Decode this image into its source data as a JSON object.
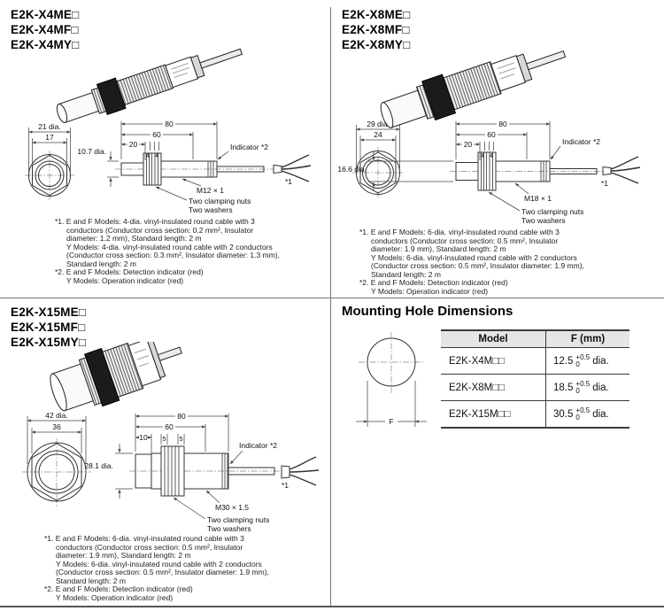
{
  "page": {
    "background": "#ffffff",
    "divider_color": "#777777"
  },
  "quadrants": {
    "x4": {
      "models": [
        "E2K-X4ME□",
        "E2K-X4MF□",
        "E2K-X4MY□"
      ],
      "front": {
        "outer_dia": "21 dia.",
        "flats": "17"
      },
      "side": {
        "len_total": "80",
        "len_thread": "60",
        "len_head": "20",
        "seg_a": "4",
        "seg_b": "4",
        "body_dia": "10.7 dia.",
        "indicator_label": "Indicator *2",
        "thread_label": "M12 × 1",
        "clamp_label_1": "Two clamping nuts",
        "clamp_label_2": "Two washers",
        "cable_ref": "*1"
      },
      "notes": [
        "*1. E and F Models: 4-dia. vinyl-insulated round cable with 3",
        "conductors (Conductor cross section: 0.2 mm², Insulator",
        "diameter: 1.2 mm), Standard length: 2 m",
        "Y Models: 4-dia. vinyl-insulated round cable with 2 conductors",
        "(Conductor cross section: 0.3 mm², Insulator diameter: 1.3 mm),",
        "Standard length: 2 m",
        "*2. E and F Models: Detection indicator (red)",
        "Y Models: Operation indicator (red)"
      ]
    },
    "x8": {
      "models": [
        "E2K-X8ME□",
        "E2K-X8MF□",
        "E2K-X8MY□"
      ],
      "front": {
        "outer_dia": "29 dia.",
        "flats": "24"
      },
      "side": {
        "len_total": "80",
        "len_thread": "60",
        "len_head": "20",
        "seg_a": "4",
        "seg_b": "4",
        "body_dia": "16.6 dia.",
        "indicator_label": "Indicator *2",
        "thread_label": "M18 × 1",
        "clamp_label_1": "Two clamping nuts",
        "clamp_label_2": "Two washers",
        "cable_ref": "*1"
      },
      "notes": [
        "*1. E and F Models: 6-dia. vinyl-insulated round cable with 3",
        "conductors (Conductor cross section: 0.5 mm², Insulator",
        "diameter: 1.9 mm), Standard length: 2 m",
        "Y Models: 6-dia. vinyl-insulated round cable with 2 conductors",
        "(Conductor cross section: 0.5 mm², Insulator diameter: 1.9 mm),",
        "Standard length: 2 m",
        "*2. E and F Models: Detection indicator (red)",
        "Y Models: Operation indicator (red)"
      ]
    },
    "x15": {
      "models": [
        "E2K-X15ME□",
        "E2K-X15MF□",
        "E2K-X15MY□"
      ],
      "front": {
        "outer_dia": "42 dia.",
        "flats": "36"
      },
      "side": {
        "len_total": "80",
        "len_thread": "60",
        "len_head": "10",
        "seg_a": "5",
        "seg_b": "5",
        "body_dia": "28.1 dia.",
        "indicator_label": "Indicator *2",
        "thread_label": "M30 × 1.5",
        "clamp_label_1": "Two clamping nuts",
        "clamp_label_2": "Two washers",
        "cable_ref": "*1"
      },
      "notes": [
        "*1. E and F Models: 6-dia. vinyl-insulated round cable with 3",
        "conductors (Conductor cross section: 0.5 mm², Insulator",
        "diameter: 1.9 mm), Standard length: 2 m",
        "Y Models: 6-dia. vinyl-insulated round cable with 2 conductors",
        "(Conductor cross section: 0.5 mm², Insulator diameter: 1.9 mm),",
        "Standard length: 2 m",
        "*2. E and F Models: Detection indicator (red)",
        "Y Models: Operation indicator (red)"
      ]
    }
  },
  "mounting": {
    "title": "Mounting Hole Dimensions",
    "hole_label": "F",
    "table": {
      "col_model": "Model",
      "col_f": "F (mm)",
      "rows": [
        {
          "model": "E2K-X4M□□",
          "value": "12.5",
          "tol_plus": "+0.5",
          "tol_zero": "0",
          "unit": "dia."
        },
        {
          "model": "E2K-X8M□□",
          "value": "18.5",
          "tol_plus": "+0.5",
          "tol_zero": "0",
          "unit": "dia."
        },
        {
          "model": "E2K-X15M□□",
          "value": "30.5",
          "tol_plus": "+0.5",
          "tol_zero": "0",
          "unit": "dia."
        }
      ]
    }
  }
}
